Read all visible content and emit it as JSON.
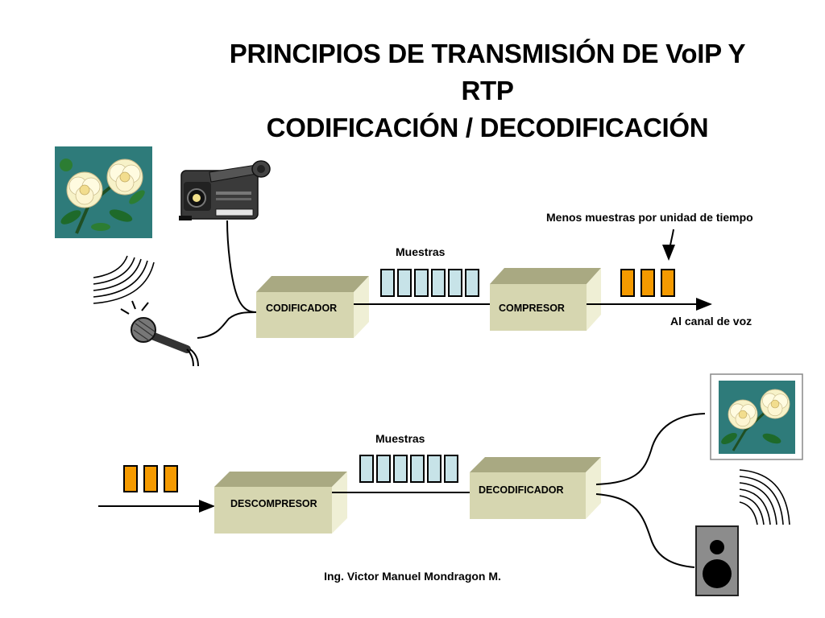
{
  "slide": {
    "title_line1": "PRINCIPIOS DE TRANSMISIÓN DE VoIP Y",
    "title_line2": "RTP",
    "title_line3": "CODIFICACIÓN / DECODIFICACIÓN",
    "footer": "Ing. Victor Manuel Mondragon M."
  },
  "top_chain": {
    "encoder_label": "CODIFICADOR",
    "compressor_label": "COMPRESOR",
    "samples_label": "Muestras",
    "samples_count": 6,
    "compressed_count": 3,
    "fewer_samples_label": "Menos muestras por unidad de tiempo",
    "output_label": "Al canal de voz"
  },
  "bottom_chain": {
    "decompressor_label": "DESCOMPRESOR",
    "decoder_label": "DECODIFICADOR",
    "samples_label": "Muestras",
    "samples_count": 6,
    "compressed_count": 3
  },
  "icons": [
    "roses-image-icon",
    "video-camera-icon",
    "microphone-icon",
    "sound-waves-icon",
    "framed-picture-icon",
    "speaker-icon"
  ],
  "colors": {
    "box_front": "#d6d6b0",
    "box_top": "#a9a982",
    "box_side": "#efefd5",
    "sample_fill": "#c7e3e8",
    "compressed_fill": "#f59a00",
    "teal_bg": "#2e7b7a"
  }
}
